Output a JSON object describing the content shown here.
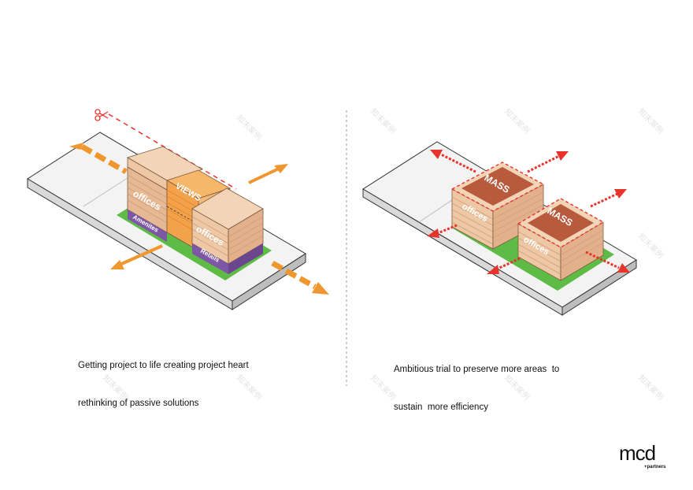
{
  "captions": {
    "left": [
      "Getting project to life creating project heart",
      "rethinking of passive solutions"
    ],
    "right": [
      "Ambitious trial to preserve more areas  to",
      "sustain  more efficiency"
    ]
  },
  "labels": {
    "offices": "offices",
    "views": "VIEWS",
    "amenities": "Amenites",
    "retails": "Retails",
    "mass": "MASS"
  },
  "watermark": "知末案例",
  "logo": {
    "mark": "mcd",
    "sub": "+partners"
  },
  "colors": {
    "orange": "#f0962e",
    "red": "#e8342c",
    "green": "#5dbb46",
    "purple": "#7e56a6",
    "building": "#eec8a4",
    "mass": "#b85a3c",
    "views": "#f2a24a"
  }
}
